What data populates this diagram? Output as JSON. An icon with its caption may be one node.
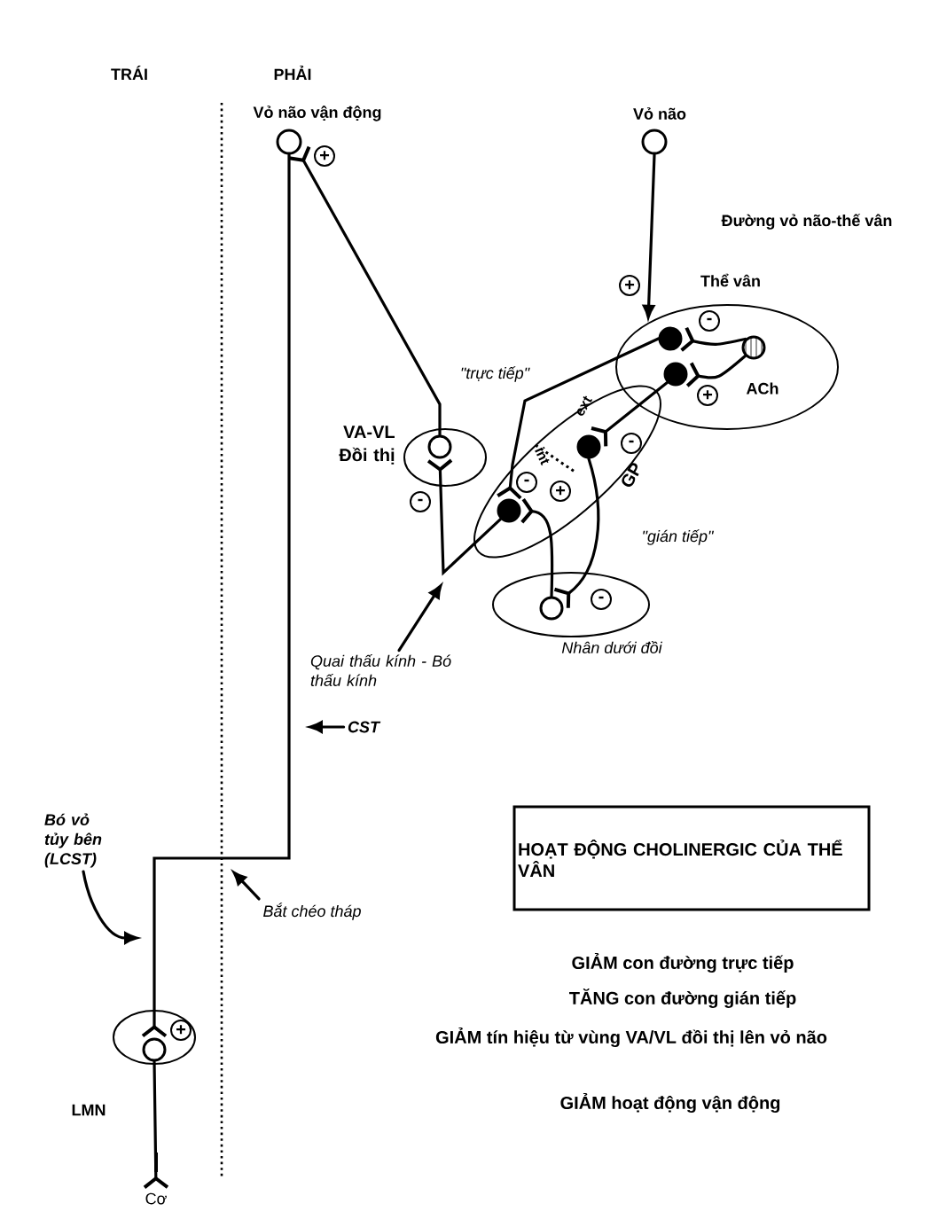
{
  "diagram": {
    "nodes": [
      {
        "text": [
          "Vỏ não vận động"
        ]
      },
      {
        "text": [
          "Vỏ não"
        ]
      },
      {
        "text": [
          "Thể vân"
        ]
      },
      {
        "text": [],
        "shape": "circle",
        "in": 2
      },
      {
        "text": [],
        "shape": "circle",
        "in": 2
      },
      {
        "text": [
          "ACh"
        ],
        "in": 2
      },
      {
        "text": [
          "VA-VL Đồi thị"
        ]
      },
      {
        "text": [],
        "shape": "circle",
        "in": 6
      },
      {
        "text": [
          "ext",
          "int",
          "GP"
        ]
      },
      {
        "text": [],
        "shape": "circle",
        "in": 8
      },
      {
        "text": [],
        "shape": "circle",
        "in": 8
      },
      {
        "text": [
          "Nhân dưới đồi"
        ]
      },
      {
        "text": [],
        "shape": "circle",
        "in": 11
      },
      {
        "text": [
          "Quai thấu kính - Bó thấu kính"
        ]
      },
      {
        "text": [
          "CST"
        ]
      },
      {
        "text": [
          "HOẠT ĐỘNG CHOLINERGIC CỦA THỂ VÂN"
        ]
      },
      {
        "text": [
          "Bó vỏ tủy bên (LCST)"
        ]
      },
      {
        "text": [
          "Bắt chéo tháp"
        ]
      },
      {
        "text": [
          "LMN"
        ]
      },
      {
        "text": [],
        "shape": "circle",
        "in": 18
      },
      {
        "text": [
          "Cơ"
        ]
      },
      {
        "text": [
          "+"
        ]
      },
      {
        "text": [
          "+"
        ]
      },
      {
        "text": [
          "-"
        ],
        "in": 2
      },
      {
        "text": [
          "+"
        ],
        "in": 2
      },
      {
        "text": [
          "-"
        ],
        "in": 8
      },
      {
        "text": [
          "-"
        ],
        "in": 8
      },
      {
        "text": [
          "+"
        ],
        "in": 8
      },
      {
        "text": [
          "-"
        ]
      },
      {
        "text": [
          "-"
        ],
        "in": 11
      },
      {
        "text": [
          "+"
        ],
        "in": 18
      }
    ],
    "edges": [
      {
        "from": 1,
        "to": 2,
        "arrow": "to",
        "label": "Đường vỏ não-thế vân"
      },
      {
        "from": 5,
        "to": 3,
        "arrow": "other"
      },
      {
        "from": 5,
        "to": 4,
        "arrow": "other"
      },
      {
        "from": 3,
        "to": 10,
        "arrow": "other",
        "label": "\"trực tiếp\""
      },
      {
        "from": 4,
        "to": 9,
        "arrow": "other"
      },
      {
        "from": 9,
        "to": 12,
        "arrow": "other",
        "label": "\"gián tiếp\""
      },
      {
        "from": 12,
        "to": 10,
        "arrow": "other"
      },
      {
        "from": 10,
        "to": 7,
        "arrow": "other"
      },
      {
        "from": 7,
        "to": 0,
        "arrow": "other"
      },
      {
        "from": 0,
        "to": 19,
        "arrow": "other"
      },
      {
        "from": 19,
        "to": 20,
        "arrow": "other"
      },
      {
        "from": 13,
        "to": null,
        "arrow": "to"
      },
      {
        "from": 14,
        "to": null,
        "arrow": "to"
      },
      {
        "from": 17,
        "to": null,
        "arrow": "to"
      },
      {
        "from": 16,
        "to": null,
        "arrow": "to"
      }
    ],
    "labels": [
      "TRÁI",
      "PHẢI",
      "GIẢM con đường trực tiếp",
      "TĂNG con đường gián tiếp",
      "GIẢM tín hiệu từ vùng VA/VL đồi thị lên vỏ não",
      "GIẢM hoạt động vận động"
    ]
  }
}
